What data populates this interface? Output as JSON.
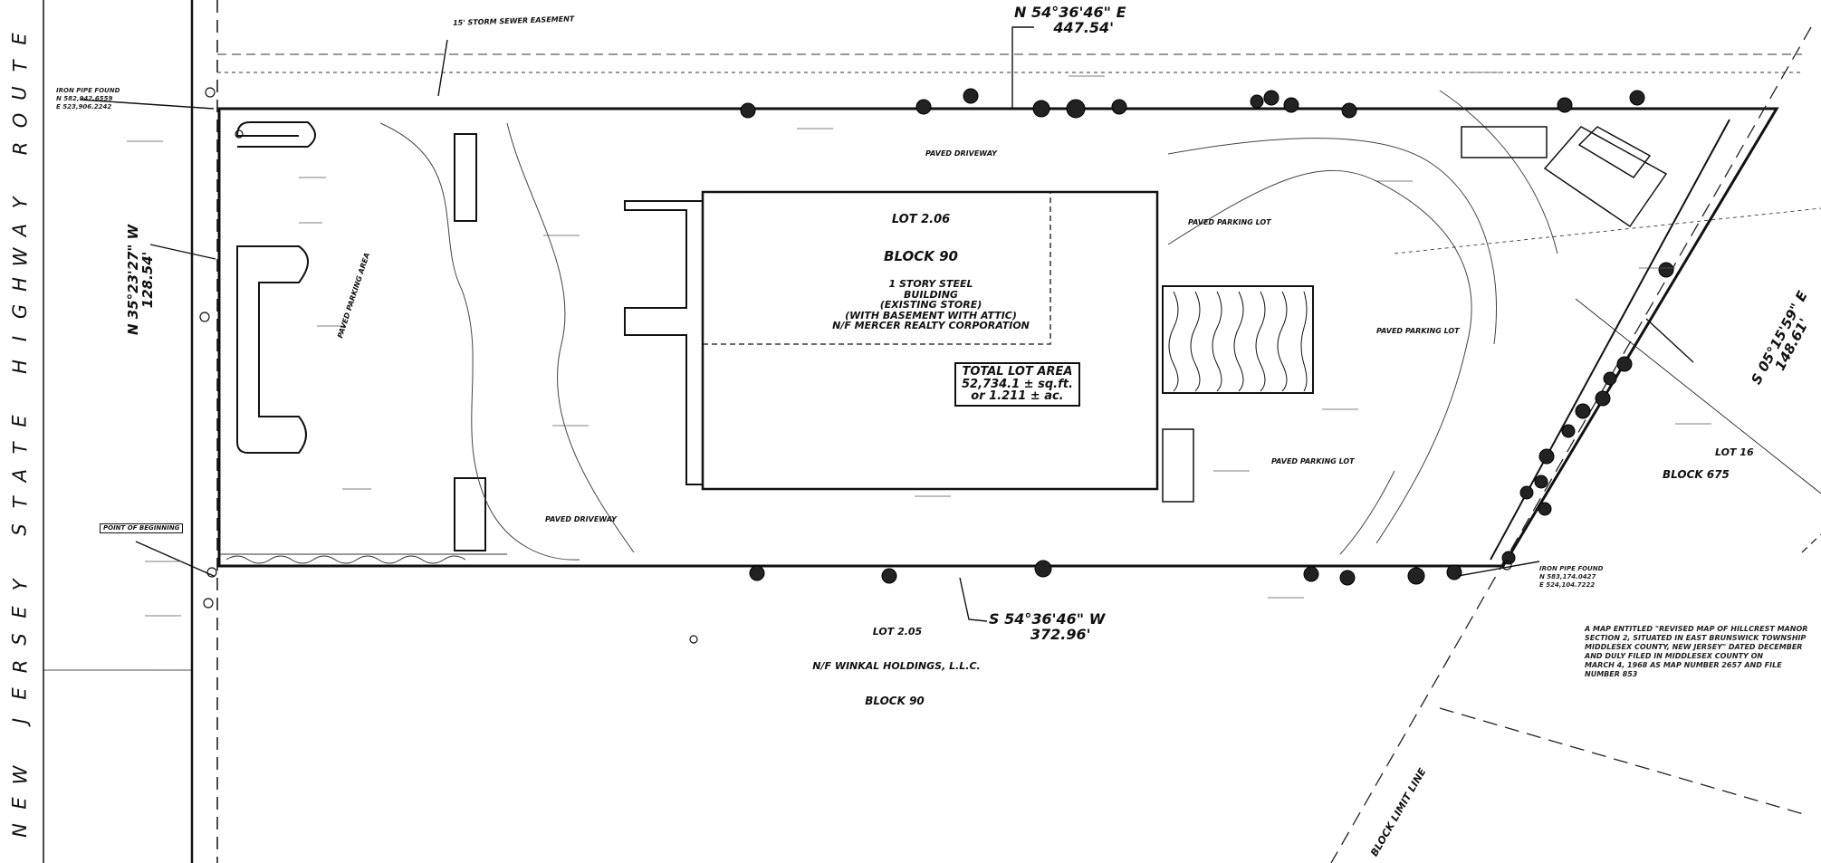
{
  "highway": {
    "letters": [
      "E",
      "T",
      "U",
      "O",
      "R",
      "",
      "Y",
      "A",
      "W",
      "H",
      "G",
      "I",
      "H",
      "",
      "E",
      "T",
      "A",
      "T",
      "S",
      "",
      "Y",
      "E",
      "S",
      "R",
      "E",
      "J",
      "",
      "W",
      "E",
      "N"
    ]
  },
  "bearings": {
    "north": {
      "bearing": "N 54°36'46\" E",
      "distance": "447.54'"
    },
    "south": {
      "bearing": "S 54°36'46\" W",
      "distance": "372.96'"
    },
    "west": {
      "bearing": "N 35°23'27\" W",
      "distance": "128.54'"
    },
    "east": {
      "bearing": "S 05°15'59\" E",
      "distance": "148.61'"
    }
  },
  "lot": {
    "lot_label": "LOT 2.06",
    "block_label": "BLOCK 90",
    "building_lines": [
      "1 STORY STEEL",
      "BUILDING",
      "(EXISTING STORE)",
      "(WITH BASEMENT WITH ATTIC)",
      "N/F MERCER REALTY CORPORATION"
    ],
    "area_lines": [
      "TOTAL LOT AREA",
      "52,734.1 ± sq.ft.",
      "or 1.211 ± ac."
    ]
  },
  "areas": {
    "paved_driveway_top": "PAVED DRIVEWAY",
    "paved_driveway_bottom": "PAVED DRIVEWAY",
    "paved_parking_area": "PAVED PARKING AREA",
    "paved_parking_lot_1": "PAVED PARKING LOT",
    "paved_parking_lot_2": "PAVED PARKING LOT",
    "paved_parking_lot_3": "PAVED PARKING LOT"
  },
  "neighbors": {
    "south_lot": "LOT 2.05",
    "south_owner": "N/F WINKAL HOLDINGS, L.L.C.",
    "south_block": "BLOCK 90",
    "east_lot": "LOT 16",
    "east_block": "BLOCK 675"
  },
  "easement": "15' STORM SEWER EASEMENT",
  "block_limit": "BLOCK LIMIT LINE",
  "point_of_beginning": "POINT OF BEGINNING",
  "iron_pipe_top": [
    "IRON PIPE FOUND",
    "N 582,942.6559",
    "E 523,906.2242"
  ],
  "iron_pipe_right": [
    "IRON PIPE FOUND",
    "N 583,174.0427",
    "E 524,104.7222"
  ],
  "map_note": [
    "A MAP ENTITLED \"REVISED MAP OF HILLCREST MANOR",
    "SECTION 2, SITUATED IN EAST BRUNSWICK TOWNSHIP",
    "MIDDLESEX COUNTY, NEW JERSEY\" DATED DECEMBER",
    "AND DULY FILED IN MIDDLESEX COUNTY ON",
    "MARCH 4, 1968 AS MAP NUMBER 2657 AND FILE",
    "NUMBER 853"
  ],
  "colors": {
    "ink": "#111111",
    "faint": "#555555",
    "paper": "#ffffff"
  }
}
